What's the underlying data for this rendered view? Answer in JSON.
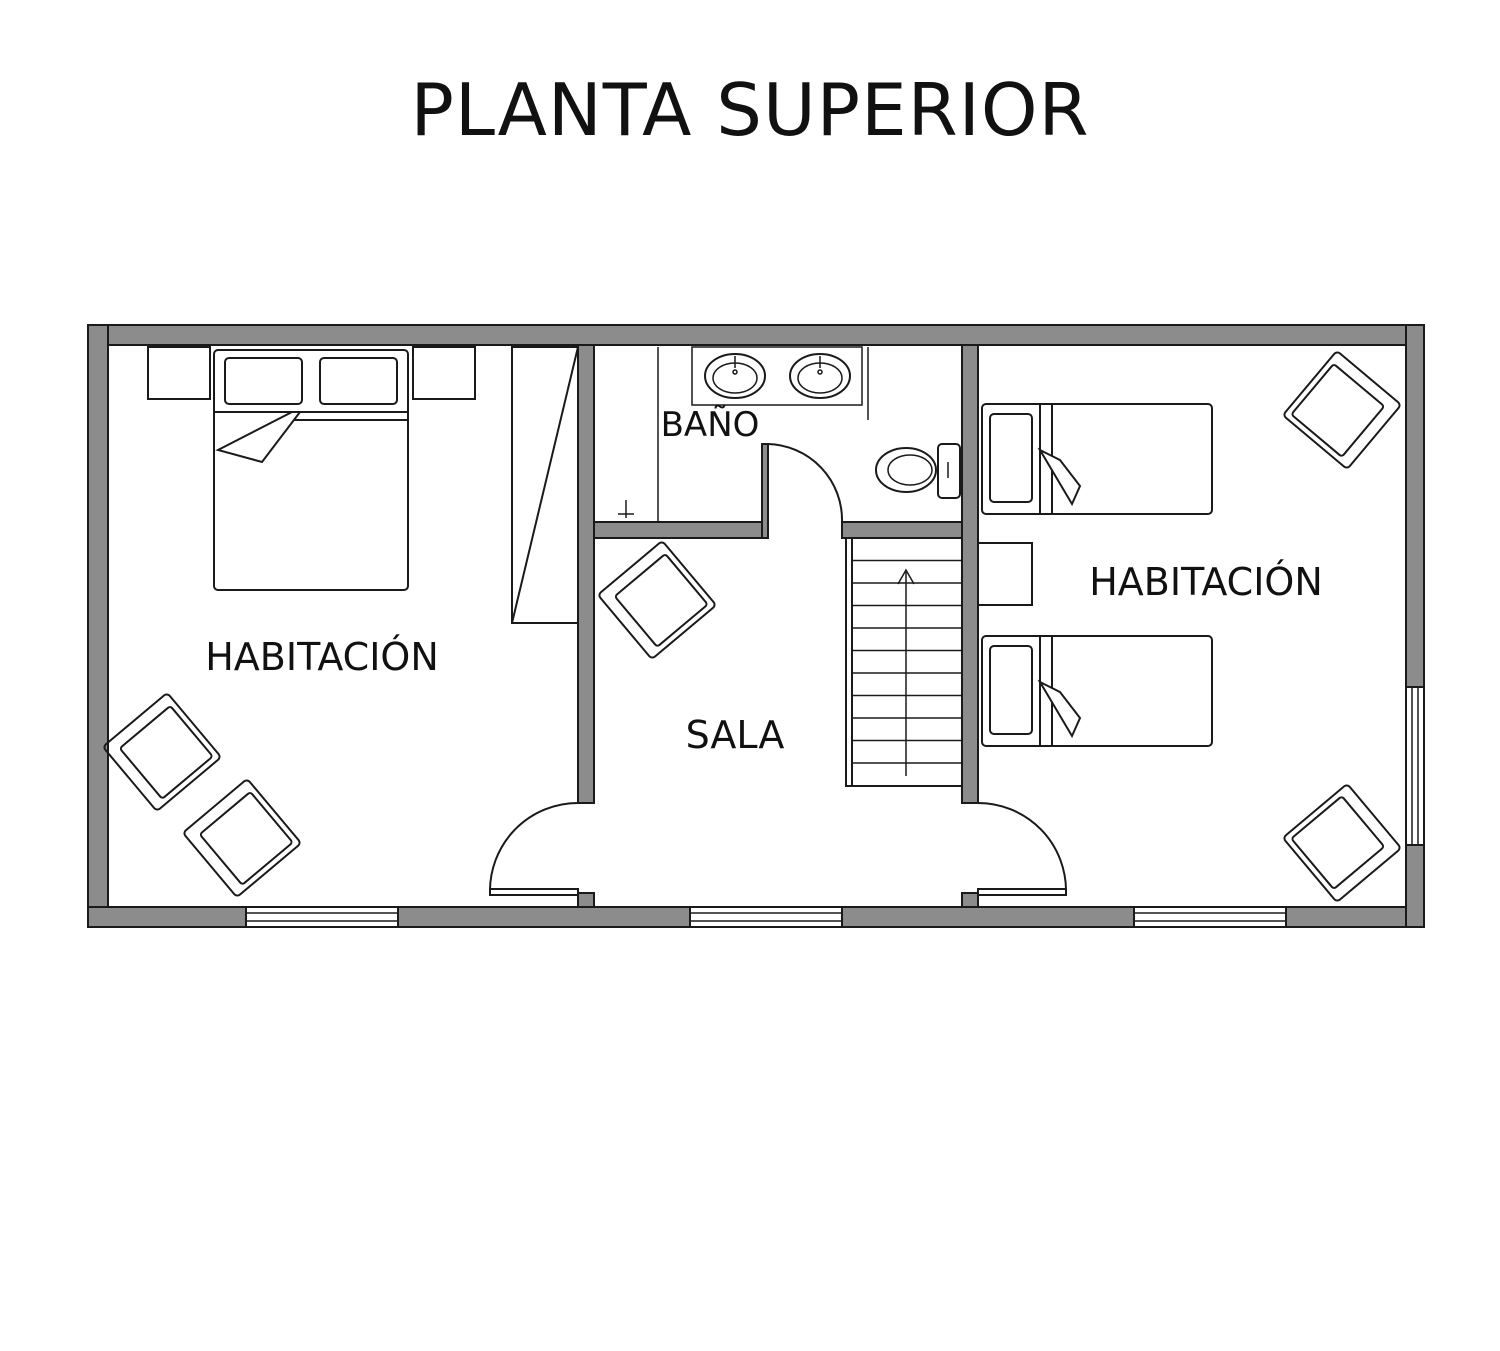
{
  "title": "PLANTA SUPERIOR",
  "rooms": {
    "master_bedroom": "HABITACIÓN",
    "bathroom": "BAÑO",
    "living": "SALA",
    "twin_bedroom": "HABITACIÓN"
  },
  "colors": {
    "wall_fill": "#8c8c8c",
    "line": "#1a1a1a",
    "background": "#ffffff"
  }
}
